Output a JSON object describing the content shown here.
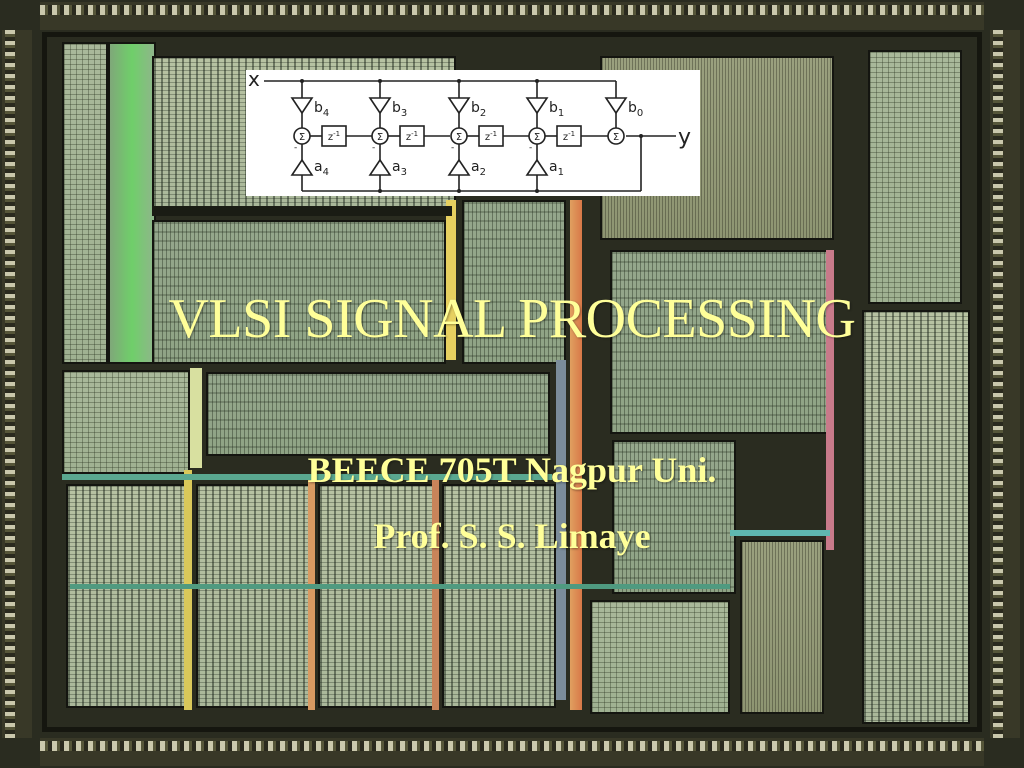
{
  "slide": {
    "title": "VLSI SIGNAL PROCESSING",
    "subtitle_line1": "BEECE 705T Nagpur Uni.",
    "subtitle_line2": "Prof. S. S. Limaye",
    "text_color": "#ffff99",
    "background": "chip-die-micrograph"
  },
  "diagram": {
    "type": "IIR filter transposed direct form",
    "input_label": "x",
    "output_label": "y",
    "feedforward_gains": [
      "b4",
      "b3",
      "b2",
      "b1",
      "b0"
    ],
    "feedback_gains": [
      "a4",
      "a3",
      "a2",
      "a1"
    ],
    "delay_label": "z-1",
    "sum_symbol": "Σ",
    "feedback_sign": "-"
  }
}
